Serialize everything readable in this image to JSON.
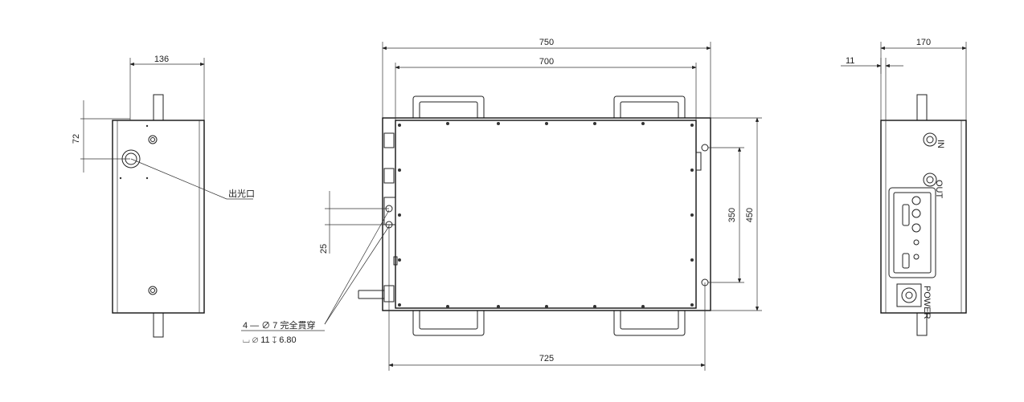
{
  "side_left": {
    "dim_width": "136",
    "dim_height": "72",
    "callout": "出光口"
  },
  "front": {
    "dim_overall": "750",
    "dim_inner": "700",
    "dim_bottom": "725",
    "dim_450": "450",
    "dim_350": "350",
    "dim_25": "25",
    "note_line1": "4 — ∅ 7 完全貫穿",
    "note_line2": "⌴ ∅ 11 ↧ 6.80"
  },
  "side_right": {
    "dim_width": "170",
    "dim_small": "11",
    "label_in": "IN",
    "label_out": "OUT",
    "label_power": "POWER"
  }
}
